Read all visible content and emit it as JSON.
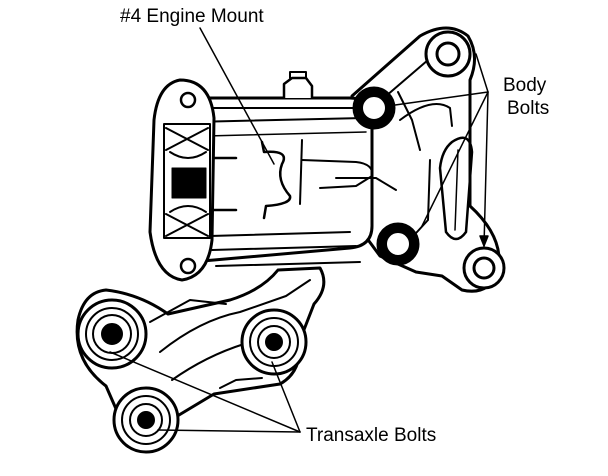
{
  "labels": {
    "engine_mount": "#4 Engine Mount",
    "body_bolts_line1": "Body",
    "body_bolts_line2": "Bolts",
    "transaxle_bolts": "Transaxle Bolts"
  },
  "colors": {
    "ink": "#000000",
    "paper": "#ffffff"
  }
}
